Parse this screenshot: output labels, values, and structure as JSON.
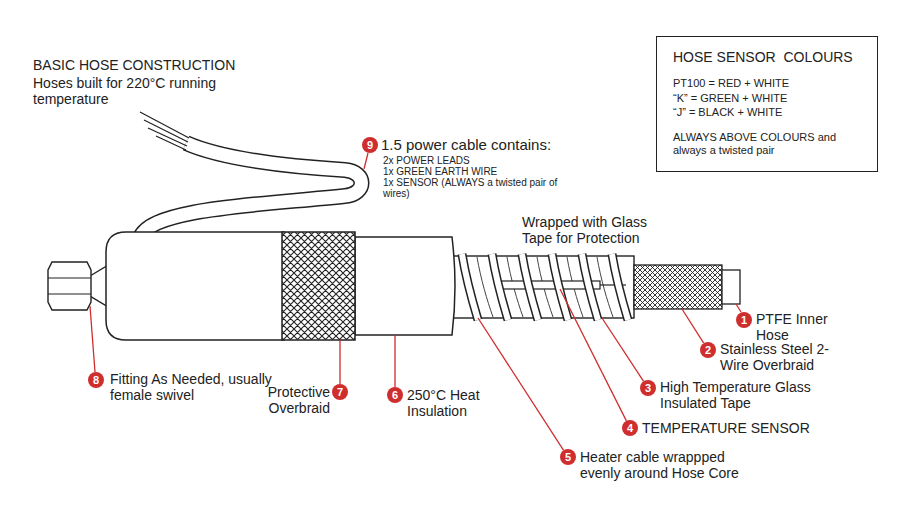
{
  "diagram": {
    "title": "BASIC HOSE CONSTRUCTION",
    "nodes": [
      {
        "text": [
          "HOSE SENSOR  COLOURS",
          "PT100 = RED + WHITE",
          "“K” = GREEN + WHITE",
          "“J” = BLACK + WHITE",
          "ALWAYS ABOVE COLOURS and always a twisted pair"
        ]
      }
    ],
    "labels": [
      "Hoses built for 220°C running temperature",
      "9",
      "1.5 power cable contains:",
      "2x POWER LEADS",
      "1x GREEN EARTH WIRE",
      "1x SENSOR (ALWAYS a twisted pair of wires)",
      "Wrapped with Glass Tape for Protection",
      "1",
      "PTFE Inner Hose",
      "8",
      "Fitting As Needed, usually female swivel",
      "7",
      "Protective Overbraid",
      "6",
      "250°C Heat Insulation",
      "2",
      "Stainless Steel 2-Wire Overbraid",
      "3",
      "High Temperature Glass Insulated Tape",
      "4",
      "TEMPERATURE SENSOR",
      "5",
      "Heater cable wrappped evenly around Hose Core"
    ]
  }
}
